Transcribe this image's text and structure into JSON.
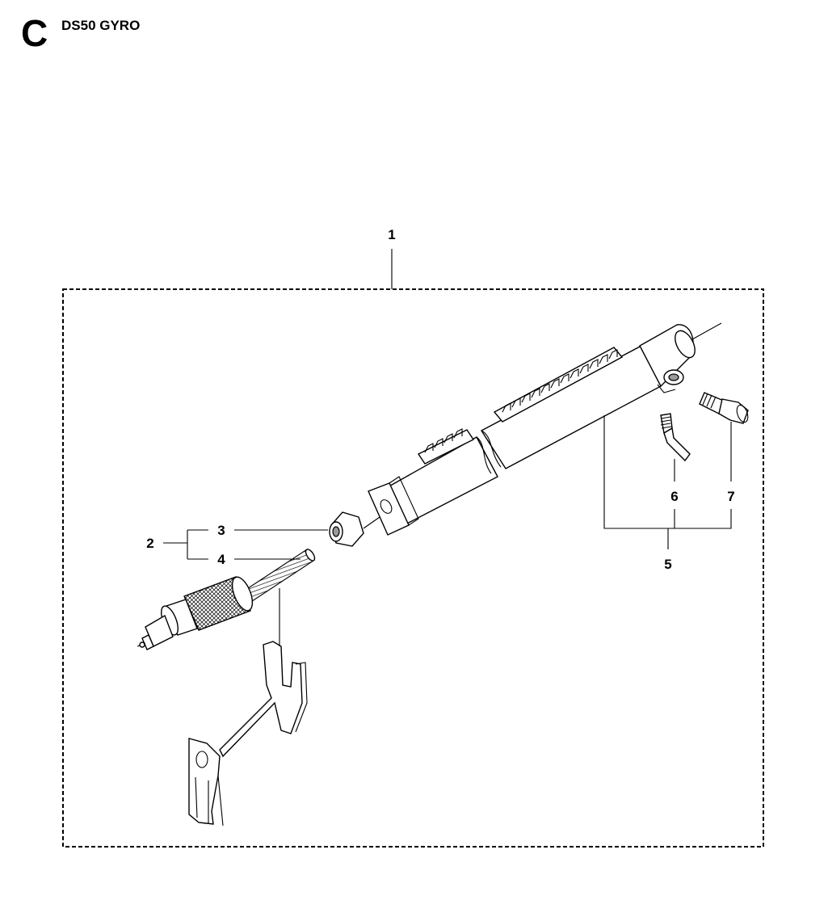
{
  "header": {
    "section_letter": "C",
    "title": "DS50 GYRO"
  },
  "callouts": {
    "c1": "1",
    "c2": "2",
    "c3": "3",
    "c4": "4",
    "c5": "5",
    "c6": "6",
    "c7": "7"
  }
}
